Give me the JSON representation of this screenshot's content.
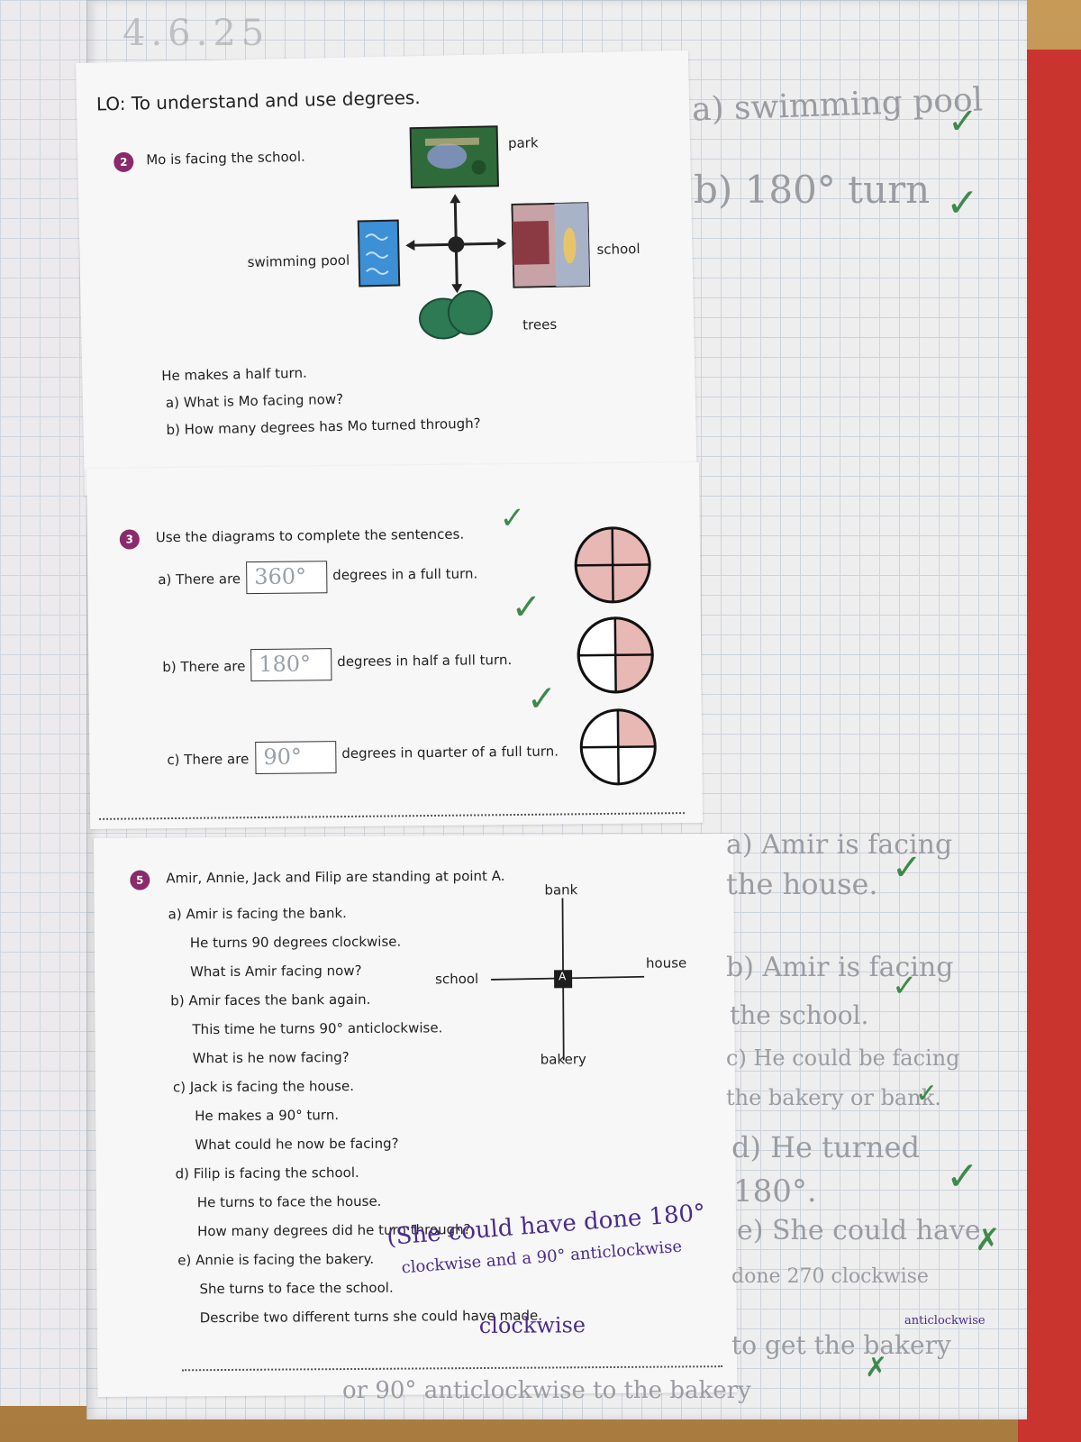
{
  "date": "4.6.25",
  "lo": "LO: To understand and use degrees.",
  "q2": {
    "number": "2",
    "intro": "Mo is facing the school.",
    "labels": {
      "park": "park",
      "school": "school",
      "trees": "trees",
      "pool": "swimming pool"
    },
    "turn": "He makes a half turn.",
    "a": "a)  What is Mo facing now?",
    "b": "b)  How many degrees has Mo turned through?"
  },
  "q3": {
    "number": "3",
    "intro": "Use the diagrams to complete the sentences.",
    "a_pre": "a)  There are",
    "a_post": "degrees in a full turn.",
    "a_ans": "360°",
    "b_pre": "b)  There are",
    "b_post": "degrees in half a full turn.",
    "b_ans": "180°",
    "c_pre": "c)  There are",
    "c_post": "degrees in quarter of a full turn.",
    "c_ans": "90°"
  },
  "q5": {
    "number": "5",
    "intro": "Amir, Annie, Jack and Filip are standing at point A.",
    "labels": {
      "bank": "bank",
      "school": "school",
      "house": "house",
      "bakery": "bakery",
      "point": "A"
    },
    "lines": [
      "a)  Amir is facing the bank.",
      "He turns 90 degrees clockwise.",
      "What is Amir facing now?",
      "b)  Amir faces the bank again.",
      "This time he turns 90° anticlockwise.",
      "What is he now facing?",
      "c)  Jack is facing the house.",
      "He makes a 90° turn.",
      "What could he now be facing?",
      "d)  Filip is facing the school.",
      "He turns to face the house.",
      "How many degrees did he turn through?",
      "e)  Annie is facing the bakery.",
      "She turns to face the school.",
      "Describe two different turns she could have made."
    ]
  },
  "handwriting": {
    "q2a": "a) swimming pool",
    "q2b": "b) 180° turn",
    "q5a1": "a) Amir is facing",
    "q5a2": "the house.",
    "q5b1": "b) Amir is facing",
    "q5b2": "the school.",
    "q5c1": "c) He could be facing",
    "q5c2": "the bakery or bank.",
    "q5d1": "d) He turned",
    "q5d2": "180°.",
    "q5e1": "e) She could have",
    "q5e2": "done 270 clockwise",
    "q5e2b": "anticlockwise",
    "q5e3": "to get the bakery",
    "q5e4": "or 90° anticlockwise to the bakery",
    "teacher1": "(She could have done 180°",
    "teacher2": "clockwise and a 90° anticlockwise",
    "teacher3": "clockwise",
    "ticks": "✓",
    "cross": "✗"
  }
}
